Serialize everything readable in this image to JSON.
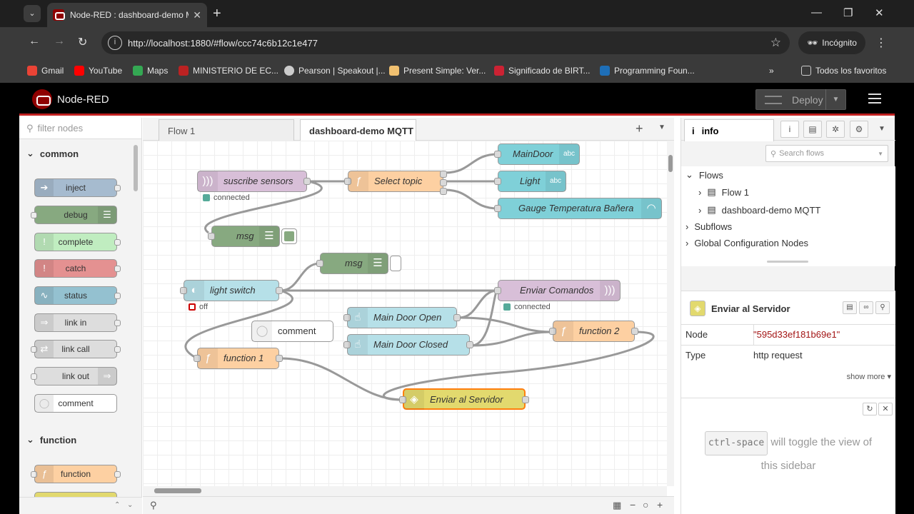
{
  "browser": {
    "tab_title": "Node-RED : dashboard-demo MQTT",
    "url": "http://localhost:1880/#flow/ccc74c6b12c1e477",
    "incognito_label": "Incógnito",
    "bookmarks": [
      "Gmail",
      "YouTube",
      "Maps",
      "MINISTERIO DE EC...",
      "Pearson | Speakout |...",
      "Present Simple: Ver...",
      "Significado de BIRT...",
      "Programming Foun..."
    ],
    "all_bookmarks": "Todos los favoritos",
    "colors": {
      "tab_bg": "#3a3a3a",
      "strip_bg": "#1f1f1f"
    }
  },
  "app": {
    "title": "Node-RED",
    "deploy_label": "Deploy",
    "accent": "#8f0000"
  },
  "palette": {
    "filter_placeholder": "filter nodes",
    "categories": [
      {
        "name": "common",
        "nodes": [
          "inject",
          "debug",
          "complete",
          "catch",
          "status",
          "link in",
          "link call",
          "link out",
          "comment"
        ]
      },
      {
        "name": "function",
        "nodes": [
          "function"
        ]
      }
    ]
  },
  "workspace": {
    "tabs": [
      "Flow 1",
      "dashboard-demo MQTT"
    ],
    "active_tab": "dashboard-demo MQTT",
    "nodes": {
      "suscribe": "suscribe sensors",
      "select_topic": "Select topic",
      "maindoor": "MainDoor",
      "light": "Light",
      "gauge": "Gauge Temperatura Bañera",
      "msg1": "msg",
      "msg2": "msg",
      "light_switch": "light switch",
      "enviar_comandos": "Enviar Comandos",
      "main_door_open": "Main Door Open",
      "main_door_closed": "Main Door Closed",
      "comment": "comment",
      "function1": "function 1",
      "function2": "function 2",
      "enviar_servidor": "Enviar al Servidor"
    },
    "status": {
      "suscribe": "connected",
      "light_switch": "off",
      "enviar_comandos": "connected"
    },
    "abc_badge": "abc"
  },
  "sidebar": {
    "tab_label": "info",
    "search_placeholder": "Search flows",
    "tree": {
      "flows": "Flows",
      "flow1": "Flow 1",
      "flow2": "dashboard-demo MQTT",
      "subflows": "Subflows",
      "global": "Global Configuration Nodes"
    },
    "selected": {
      "title": "Enviar al Servidor",
      "node_key": "Node",
      "node_value": "\"595d33ef181b69e1\"",
      "type_key": "Type",
      "type_value": "http request",
      "show_more": "show more"
    },
    "tip": {
      "key": "ctrl-space",
      "text_a": "will toggle the view of",
      "text_b": "this sidebar"
    }
  }
}
